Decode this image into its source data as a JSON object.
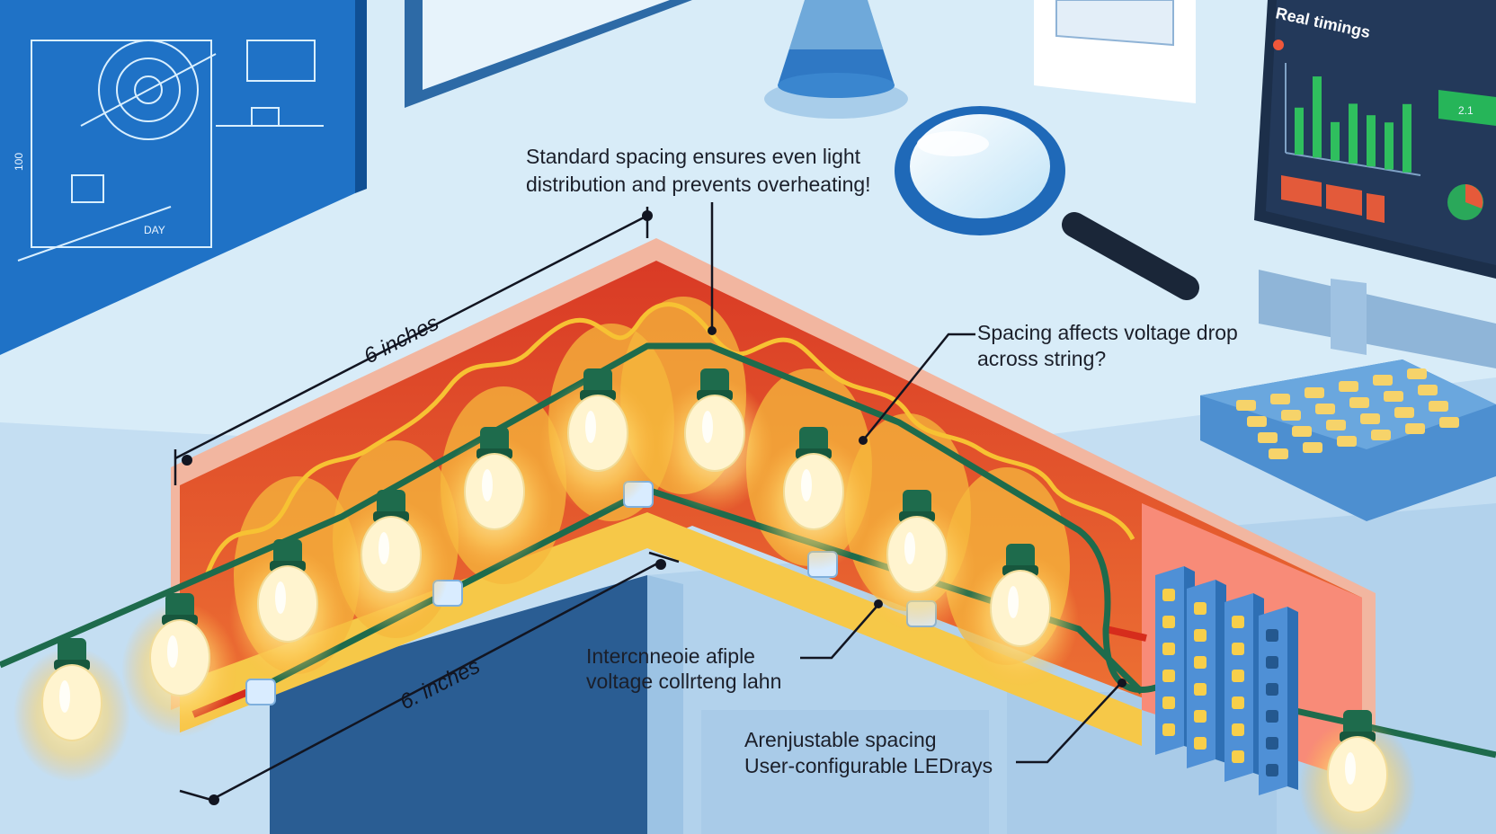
{
  "callouts": {
    "standard_spacing_line1": "Standard spacing ensures even light",
    "standard_spacing_line2": "distribution and prevents overheating!",
    "voltage_drop_line1": "Spacing affects voltage drop",
    "voltage_drop_line2": "across string?",
    "interconnect_line1": "Intercnneoie afiple",
    "interconnect_line2": "voltage collrteng lahn",
    "adjustable_line1": "Arenjustable spacing",
    "adjustable_line2": "User-configurable LEDrays"
  },
  "measurements": {
    "upper": "6 inches",
    "lower": "6. inches"
  },
  "monitor": {
    "title": "Real timings",
    "bar_values": [
      0.55,
      0.95,
      0.45,
      0.7,
      0.6,
      0.55,
      0.8
    ],
    "mini_value": "2.1"
  },
  "blueprint": {
    "note_left": "100",
    "note_bottom": "DAY"
  },
  "colors": {
    "wire": "#1e6b4c",
    "bulb": "#fff2c4",
    "panel_red": "#e2452b",
    "panel_orange": "#f58a3c",
    "glow_yellow": "#f7c33a",
    "blueprint": "#1f72c6",
    "desk": "#d9ecf8"
  },
  "icons": [
    "magnifier-icon",
    "flask-icon",
    "keyboard-icon",
    "led-array-icon",
    "monitor-icon"
  ]
}
